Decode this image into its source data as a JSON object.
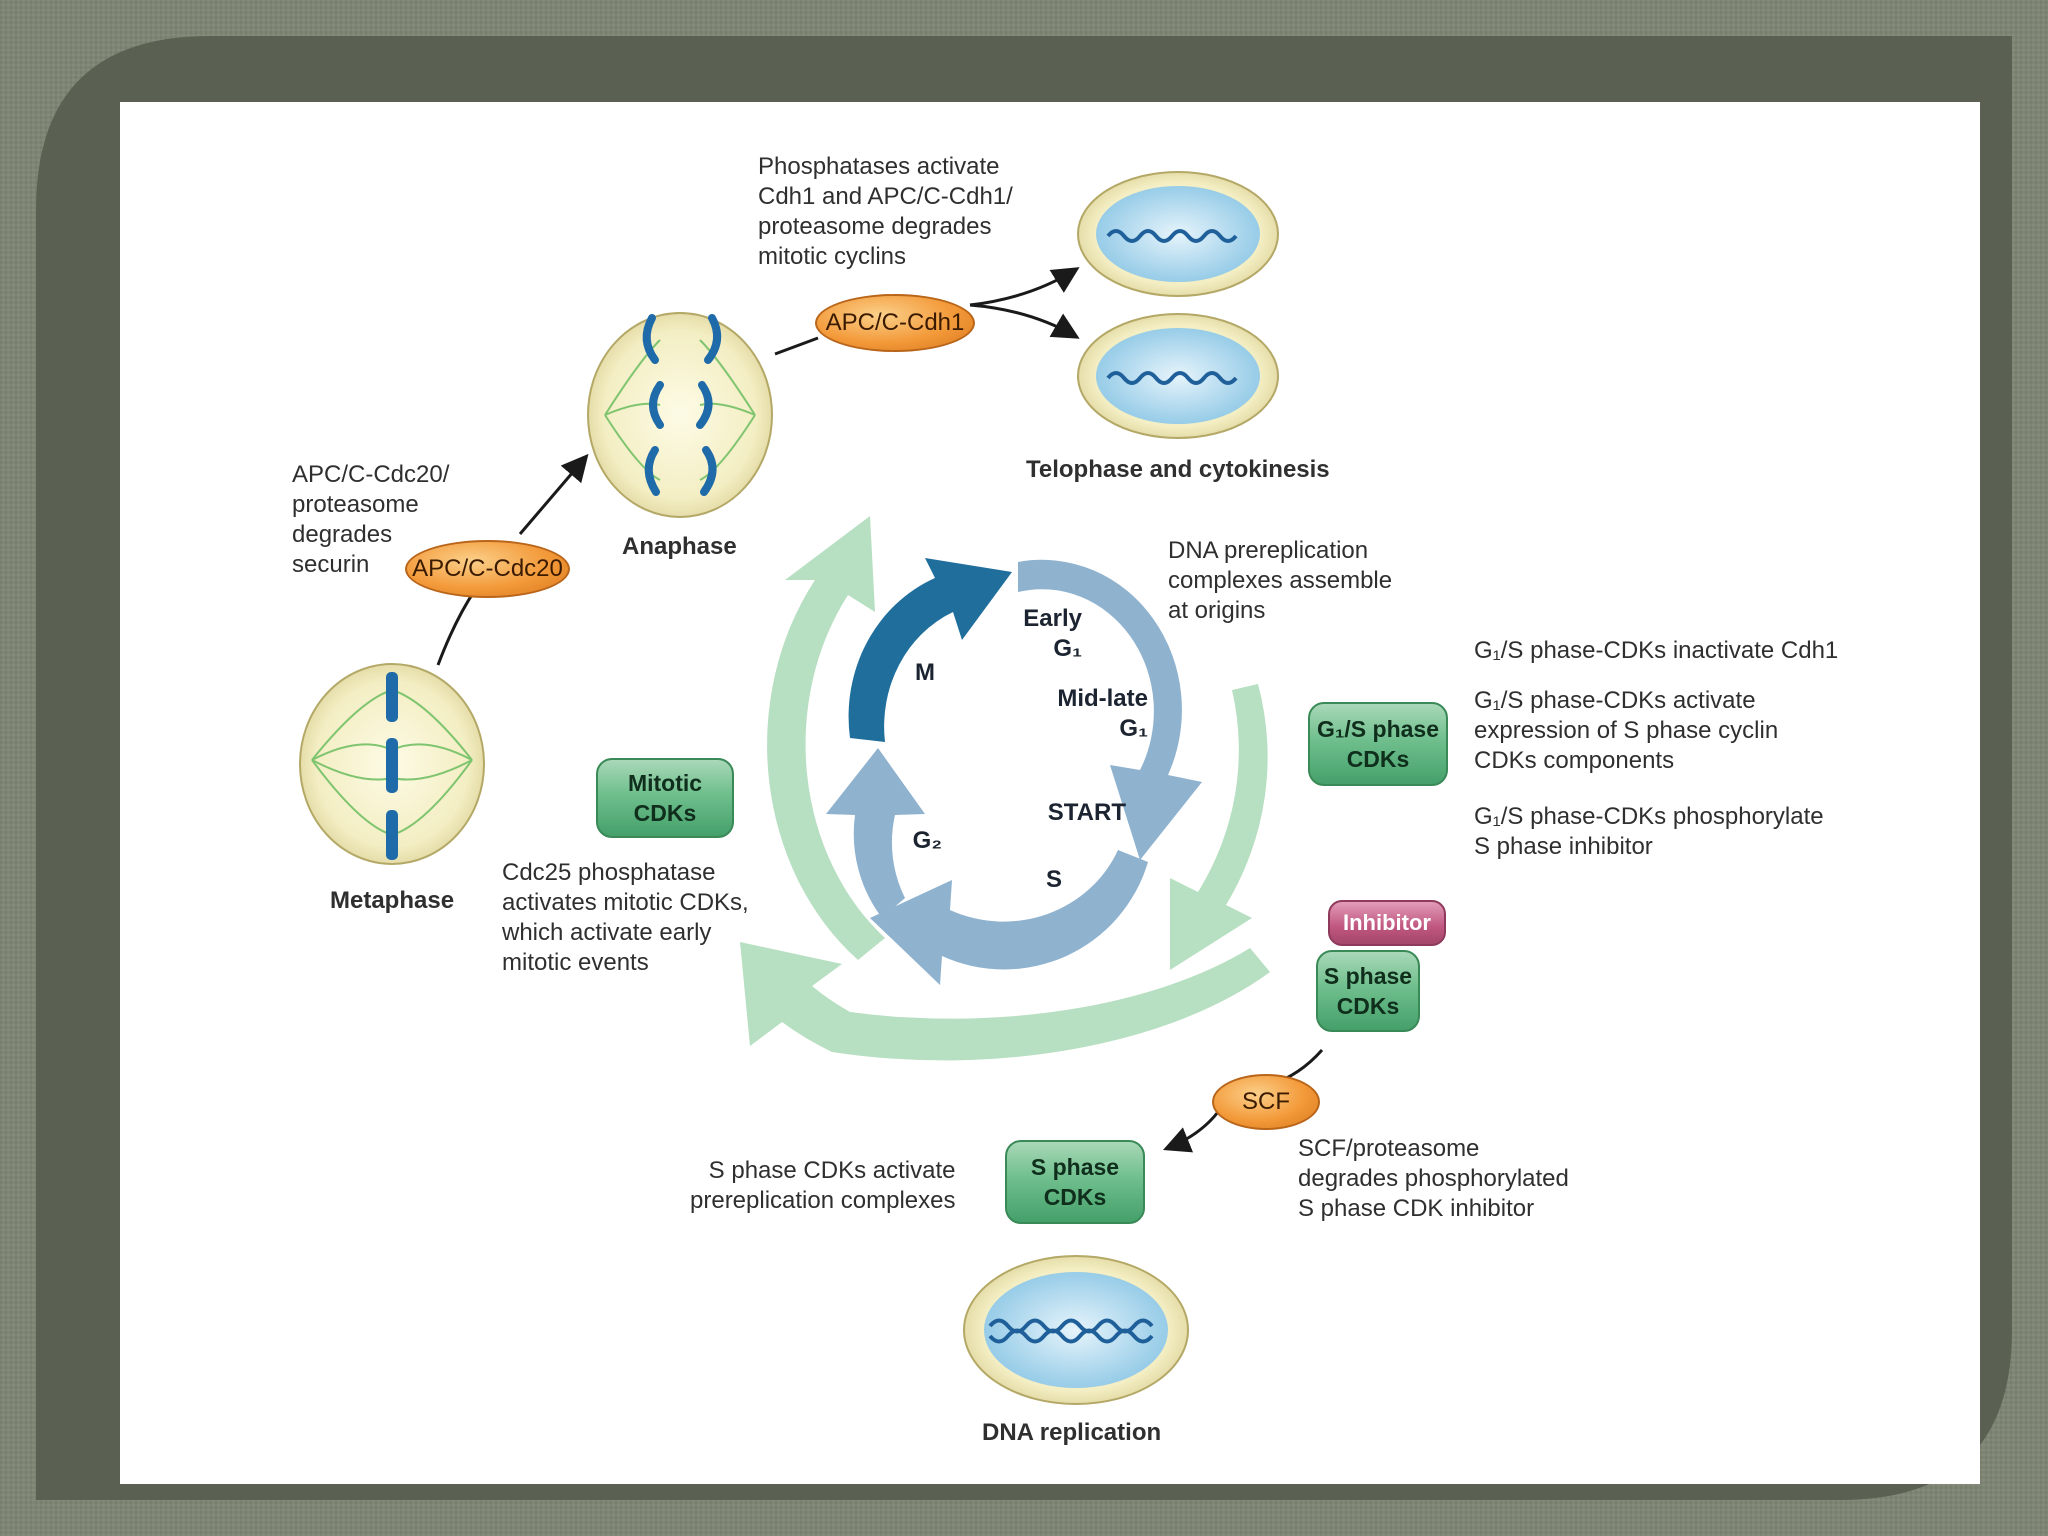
{
  "cycle": {
    "early_g1": "Early\nG₁",
    "mid_late_g1": "Mid-late\nG₁",
    "start": "START",
    "s": "S",
    "g2": "G₂",
    "m": "M"
  },
  "stages": {
    "metaphase": "Metaphase",
    "anaphase": "Anaphase",
    "telophase": "Telophase and cytokinesis",
    "dna_replication": "DNA replication"
  },
  "complexes": {
    "apc_cdc20": "APC/C-Cdc20",
    "apc_cdh1": "APC/C-Cdh1",
    "scf": "SCF",
    "g1s_cdks": "G₁/S phase\nCDKs",
    "inhibitor": "Inhibitor",
    "s_cdks_inhibited": "S phase\nCDKs",
    "s_cdks": "S phase\nCDKs",
    "mitotic_cdks": "Mitotic\nCDKs"
  },
  "notes": {
    "apc_cdc20": "APC/C-Cdc20/\nproteasome\ndegrades\nsecurin",
    "phosphatases": "Phosphatases activate\nCdh1 and APC/C-Cdh1/\nproteasome degrades\nmitotic cyclins",
    "prereplication": "DNA prereplication\ncomplexes assemble\nat origins",
    "g1s_1": "G₁/S phase-CDKs inactivate Cdh1",
    "g1s_2": "G₁/S phase-CDKs activate\nexpression of S phase cyclin\nCDKs components",
    "g1s_3": "G₁/S phase-CDKs phosphorylate\nS phase inhibitor",
    "scf": "SCF/proteasome\ndegrades phosphorylated\nS phase CDK inhibitor",
    "s_cdks": "S phase CDKs activate\nprereplication complexes",
    "cdc25": "Cdc25 phosphatase\nactivates mitotic CDKs,\nwhich activate early\nmitotic events"
  },
  "colors": {
    "outer_arrow": "#b7dfc1",
    "inner_arrow_light": "#8fb2cf",
    "inner_arrow_dark": "#1f6e9c",
    "pill": "#f39a3a",
    "green_box": "#6fbf8d",
    "inhibitor_box": "#c0567f"
  }
}
